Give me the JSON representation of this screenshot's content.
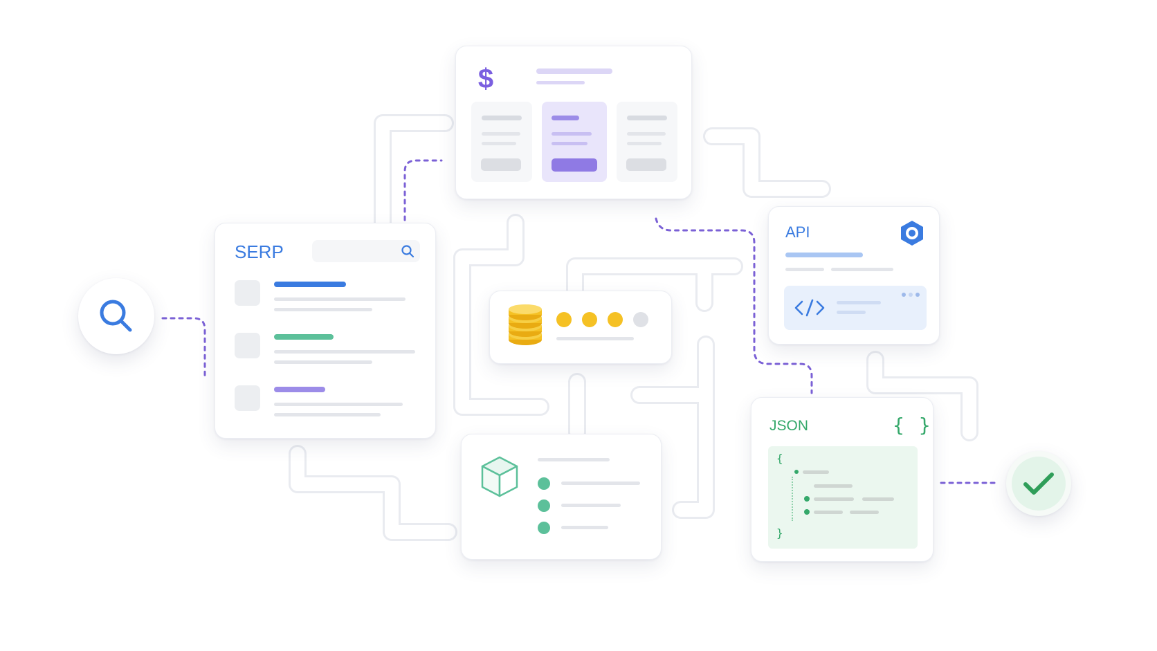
{
  "serp_card": {
    "title": "SERP"
  },
  "api_card": {
    "title": "API"
  },
  "json_card": {
    "title": "JSON",
    "braces_icon": "{ }",
    "open_brace": "{",
    "close_brace": "}"
  },
  "icons": {
    "search": "magnifier-icon",
    "pricing": "dollar-icon",
    "credits": "coin-stack-icon",
    "package": "cube-icon",
    "api": "hex-gear-icon",
    "code": "code-icon",
    "done": "checkmark-icon"
  },
  "colors": {
    "accent_blue": "#3a7be0",
    "accent_purple": "#7a5fe0",
    "accent_green": "#34a86a",
    "accent_teal": "#5cc09a",
    "accent_gold": "#f5c124",
    "connector_dash": "#7b61d6"
  }
}
